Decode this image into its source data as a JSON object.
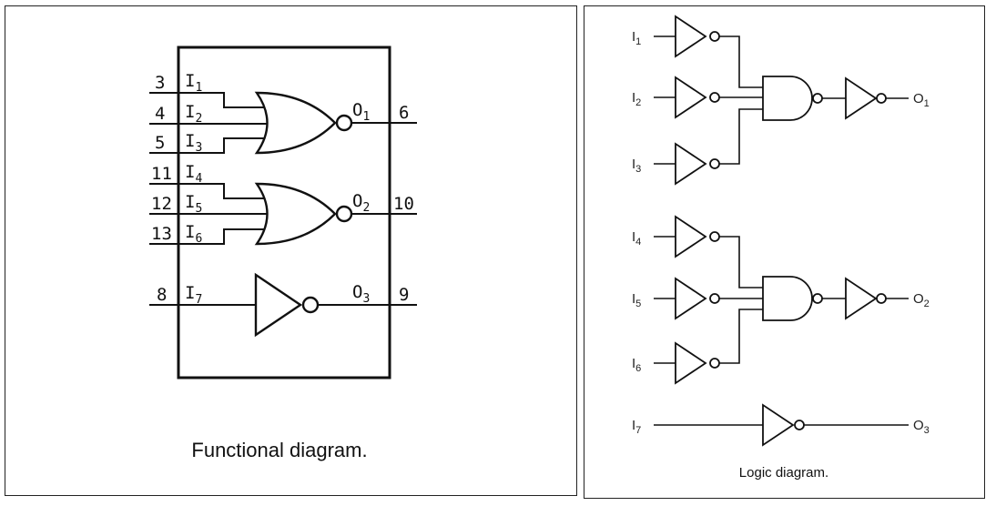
{
  "functional": {
    "caption": "Functional diagram.",
    "pins": {
      "p3": "3",
      "p4": "4",
      "p5": "5",
      "p11": "11",
      "p12": "12",
      "p13": "13",
      "p8": "8",
      "p6": "6",
      "p10": "10",
      "p9": "9"
    },
    "inputs": [
      {
        "letter": "I",
        "sub": "1"
      },
      {
        "letter": "I",
        "sub": "2"
      },
      {
        "letter": "I",
        "sub": "3"
      },
      {
        "letter": "I",
        "sub": "4"
      },
      {
        "letter": "I",
        "sub": "5"
      },
      {
        "letter": "I",
        "sub": "6"
      },
      {
        "letter": "I",
        "sub": "7"
      }
    ],
    "outputs": [
      {
        "letter": "O",
        "sub": "1"
      },
      {
        "letter": "O",
        "sub": "2"
      },
      {
        "letter": "O",
        "sub": "3"
      }
    ]
  },
  "logic": {
    "caption": "Logic diagram.",
    "inputs": [
      {
        "letter": "I",
        "sub": "1"
      },
      {
        "letter": "I",
        "sub": "2"
      },
      {
        "letter": "I",
        "sub": "3"
      },
      {
        "letter": "I",
        "sub": "4"
      },
      {
        "letter": "I",
        "sub": "5"
      },
      {
        "letter": "I",
        "sub": "6"
      },
      {
        "letter": "I",
        "sub": "7"
      }
    ],
    "outputs": [
      {
        "letter": "O",
        "sub": "1"
      },
      {
        "letter": "O",
        "sub": "2"
      },
      {
        "letter": "O",
        "sub": "3"
      }
    ]
  }
}
